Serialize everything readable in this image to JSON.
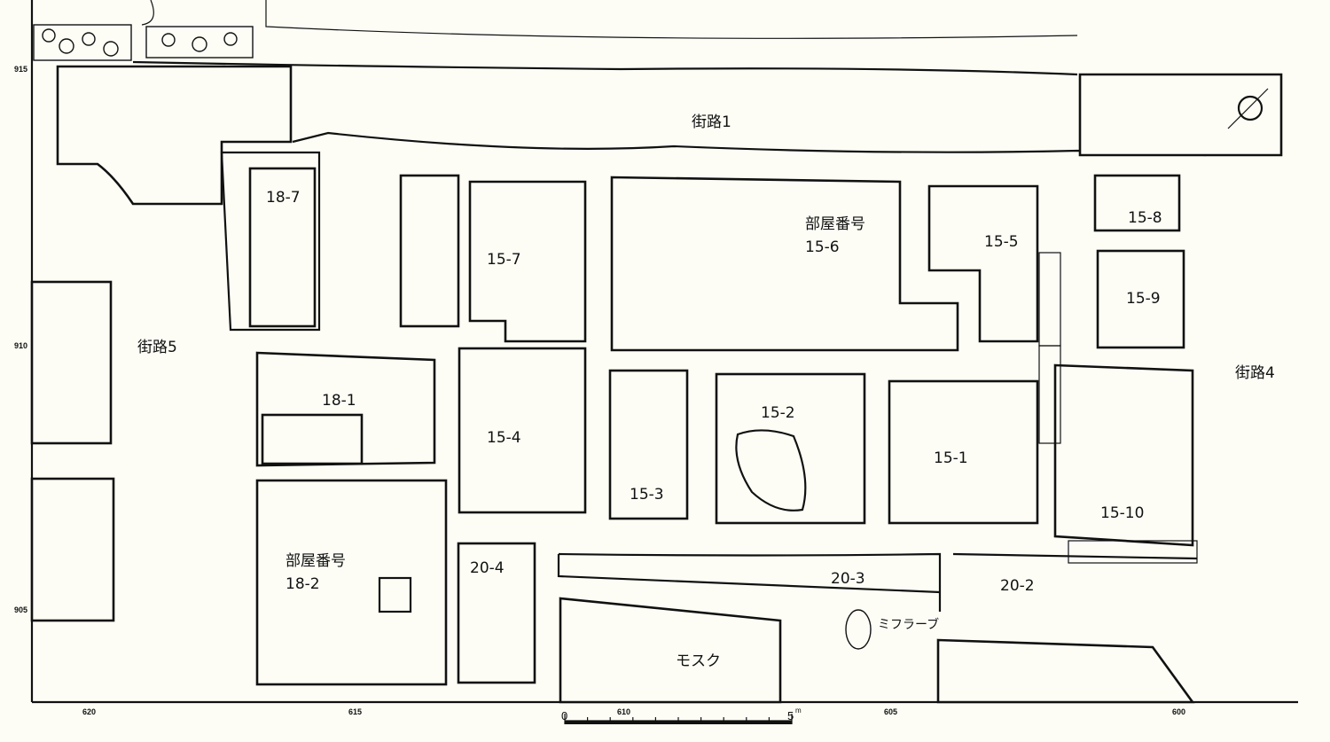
{
  "streets": {
    "street1": "街路1",
    "street4": "街路4",
    "street5": "街路5"
  },
  "rooms": {
    "r18_7": "18-7",
    "r15_6_caption": "部屋番号",
    "r15_6": "15-6",
    "r15_5": "15-5",
    "r15_8": "15-8",
    "r15_7": "15-7",
    "r15_9": "15-9",
    "r18_1": "18-1",
    "r15_4": "15-4",
    "r15_2": "15-2",
    "r15_1": "15-1",
    "r15_3": "15-3",
    "r15_10": "15-10",
    "r18_2_caption": "部屋番号",
    "r18_2": "18-2",
    "r20_4": "20-4",
    "r20_3": "20-3",
    "r20_2": "20-2"
  },
  "features": {
    "mosque": "モスク",
    "mihrab": "ミフラーブ"
  },
  "grid": {
    "x_ticks": [
      "620",
      "615",
      "610",
      "605",
      "600"
    ],
    "y_ticks": [
      "915",
      "910",
      "905"
    ]
  },
  "scale_bar": {
    "start": "0",
    "end": "5",
    "unit": "m"
  }
}
